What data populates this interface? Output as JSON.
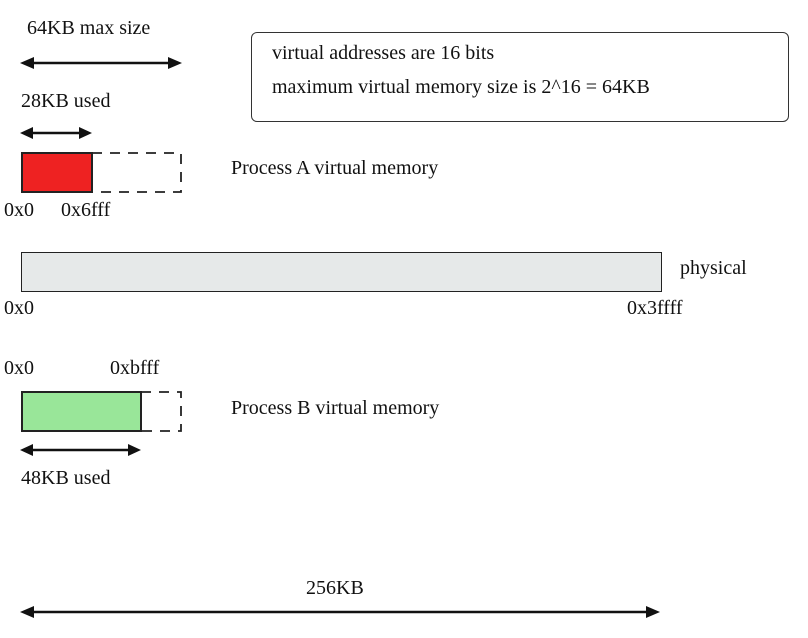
{
  "top_arrow": {
    "label": "64KB max size"
  },
  "note": {
    "line1": "virtual addresses are 16 bits",
    "line2": "maximum virtual memory size is 2^16 = 64KB"
  },
  "process_a": {
    "used_label": "28KB used",
    "title": "Process A virtual memory",
    "start_addr": "0x0",
    "end_addr": "0x6fff",
    "color": "#ee2222"
  },
  "physical": {
    "title": "physical",
    "start_addr": "0x0",
    "end_addr": "0x3ffff",
    "color": "#e6e9e9"
  },
  "process_b": {
    "start_addr": "0x0",
    "end_addr": "0xbfff",
    "title": "Process B virtual memory",
    "used_label": "48KB used",
    "color": "#99e699"
  },
  "bottom_arrow": {
    "label": "256KB"
  }
}
